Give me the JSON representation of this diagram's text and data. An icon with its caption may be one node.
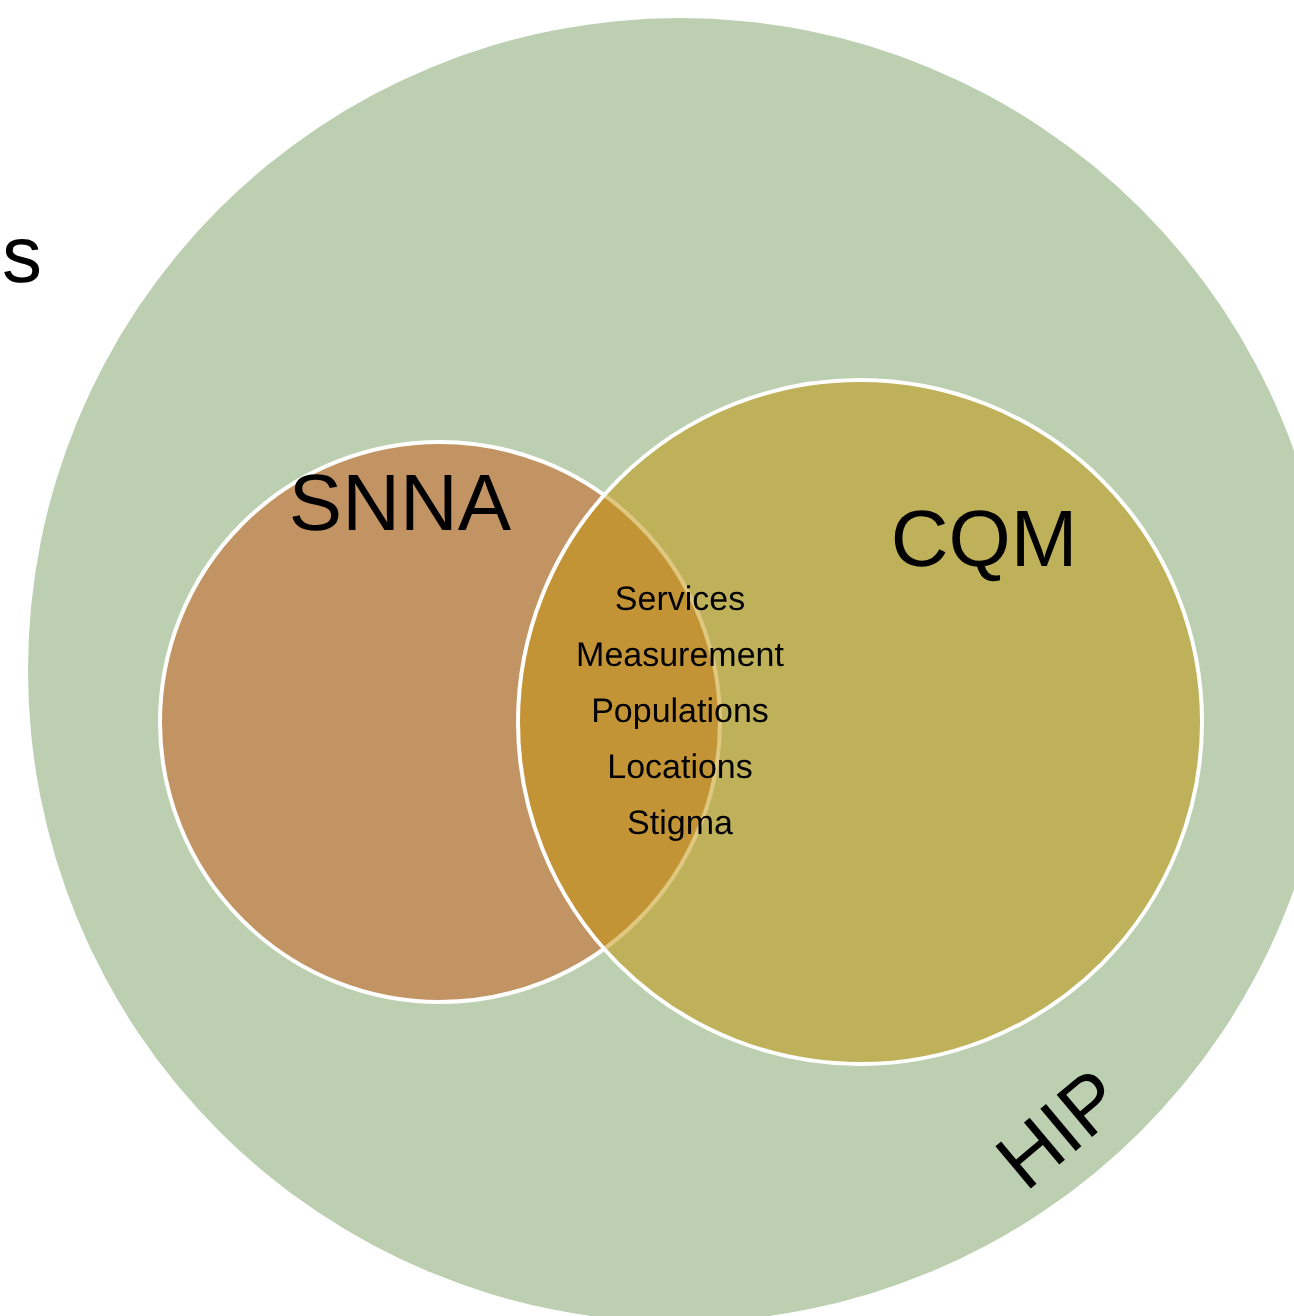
{
  "diagram": {
    "nodes": [
      {
        "text": [
          "HIP"
        ]
      },
      {
        "text": [
          "SNNA"
        ],
        "in": 0
      },
      {
        "text": [
          "CQM"
        ],
        "in": 0
      }
    ],
    "labels": [
      "s",
      "Services",
      "Measurement",
      "Populations",
      "Locations",
      "Stigma"
    ]
  }
}
